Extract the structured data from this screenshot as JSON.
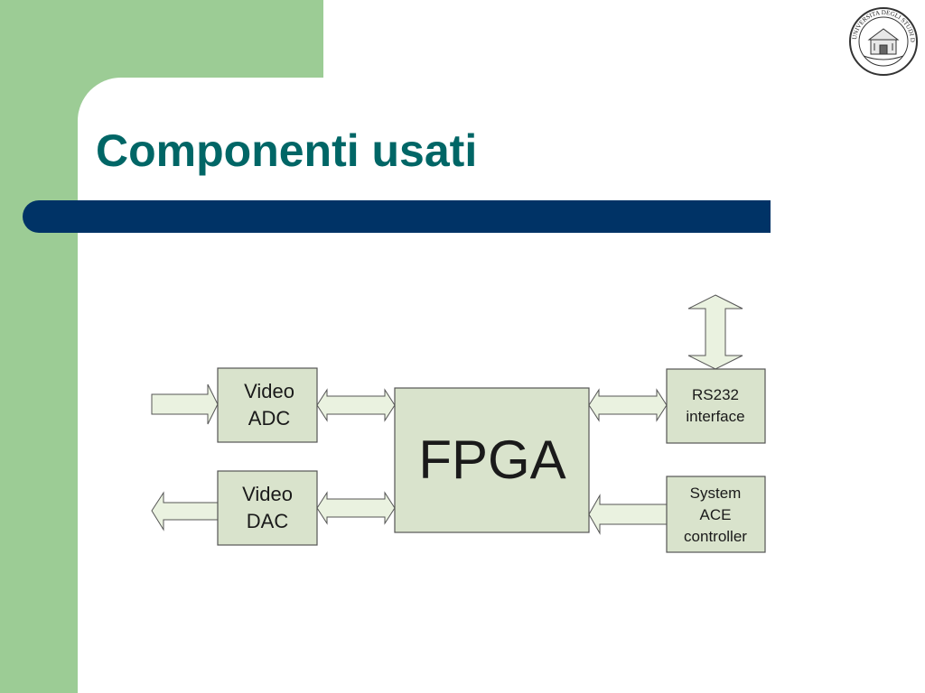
{
  "slide": {
    "title": "Componenti usati",
    "logo_name": "university-seal",
    "logo_text": "UNIVERSITA DEGLI STUDI DI TRIESTE"
  },
  "colors": {
    "panel_green": "#9ccc95",
    "title_teal": "#006666",
    "bar_blue": "#003366",
    "block_fill": "#d9e3cc",
    "arrow_fill": "#eaf2e0"
  },
  "diagram": {
    "blocks": {
      "video_adc": {
        "line1": "Video",
        "line2": "ADC"
      },
      "video_dac": {
        "line1": "Video",
        "line2": "DAC"
      },
      "fpga": {
        "label": "FPGA"
      },
      "rs232": {
        "line1": "RS232",
        "line2": "interface"
      },
      "system_ace": {
        "line1": "System",
        "line2": "ACE",
        "line3": "controller"
      }
    }
  }
}
